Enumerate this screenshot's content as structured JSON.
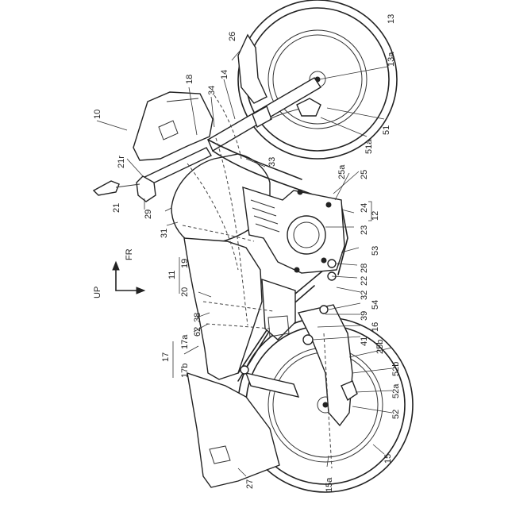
{
  "labels": {
    "l10": "10",
    "l11": "11",
    "l12": "12",
    "l13": "13",
    "l13a": "13a",
    "l14": "14",
    "l15": "15",
    "l15a": "15a",
    "l16": "16",
    "l17": "17",
    "l17a": "17a",
    "l17b": "17b",
    "l18": "18",
    "l19": "19",
    "l20": "20",
    "l21": "21",
    "l21r": "21r",
    "l22": "22",
    "l23": "23",
    "l24": "24",
    "l25": "25",
    "l25a": "25a",
    "l25b": "25b",
    "l26": "26",
    "l27": "27",
    "l28": "28",
    "l29": "29",
    "l31": "31",
    "l32": "32",
    "l33": "33",
    "l34": "34",
    "l38": "38",
    "l39": "39",
    "l41": "41",
    "l51": "51",
    "l51a": "51a",
    "l52": "52",
    "l52a": "52a",
    "l52b": "52b",
    "l53": "53",
    "l54": "54",
    "l62": "62"
  },
  "direction": {
    "up": "UP",
    "fr": "FR"
  }
}
